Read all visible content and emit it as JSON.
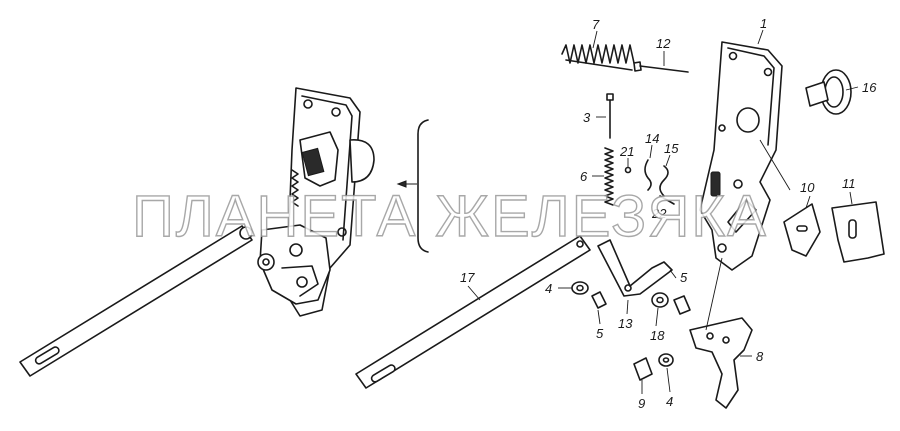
{
  "watermark": "ПЛАНЕТА ЖЕЛЕЗЯКА",
  "callouts": {
    "c1": "1",
    "c3": "3",
    "c4a": "4",
    "c4b": "4",
    "c5a": "5",
    "c5b": "5",
    "c6": "6",
    "c7": "7",
    "c8": "8",
    "c9": "9",
    "c10": "10",
    "c11": "11",
    "c12": "12",
    "c13": "13",
    "c14": "14",
    "c15": "15",
    "c16": "16",
    "c17": "17",
    "c18": "18",
    "c21": "21",
    "c22": "22"
  }
}
